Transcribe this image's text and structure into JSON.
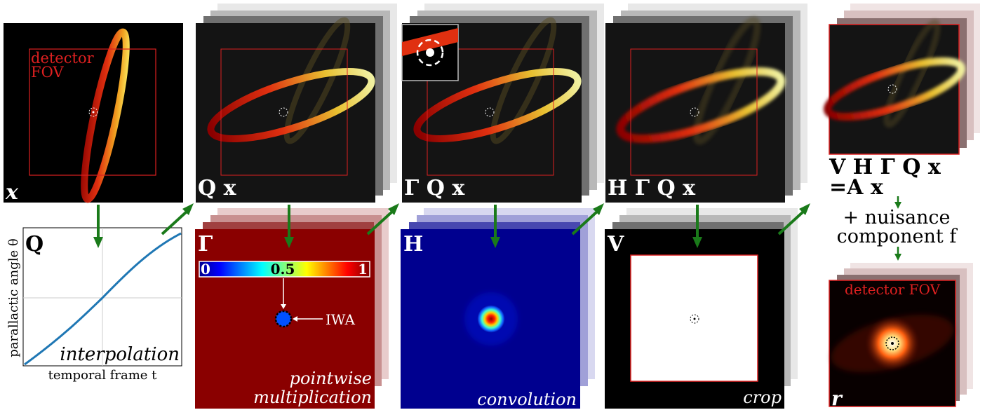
{
  "panels": {
    "x": {
      "label": "x",
      "fov_label_1": "detector",
      "fov_label_2": "FOV"
    },
    "qx": {
      "label": "Q x"
    },
    "gqx": {
      "label": "Γ Q x"
    },
    "hgqx": {
      "label": "H Γ Q x"
    },
    "vhgqx": {
      "label_line1": "V H Γ Q x",
      "label_line2": "=A x"
    },
    "nuisance": {
      "line1": "+ nuisance",
      "line2": "component f"
    },
    "r": {
      "label": "r",
      "fov_label": "detector FOV"
    }
  },
  "operators": {
    "q": {
      "label": "Q",
      "ylabel": "parallactic angle θ",
      "xlabel": "temporal frame t",
      "caption": "interpolation"
    },
    "gamma": {
      "label": "Γ",
      "caption_line1": "pointwise",
      "caption_line2": "multiplication",
      "colorbar_min": "0",
      "colorbar_mid": "0.5",
      "colorbar_max": "1",
      "iwa_label": "IWA"
    },
    "h": {
      "label": "H",
      "caption": "convolution"
    },
    "v": {
      "label": "V",
      "caption": "crop"
    }
  },
  "colors": {
    "arrow": "#1a7a1a",
    "fov": "#dd2020",
    "gamma_bg": "#8a0000",
    "h_bg": "#00008f",
    "curve": "#1f77b4"
  }
}
